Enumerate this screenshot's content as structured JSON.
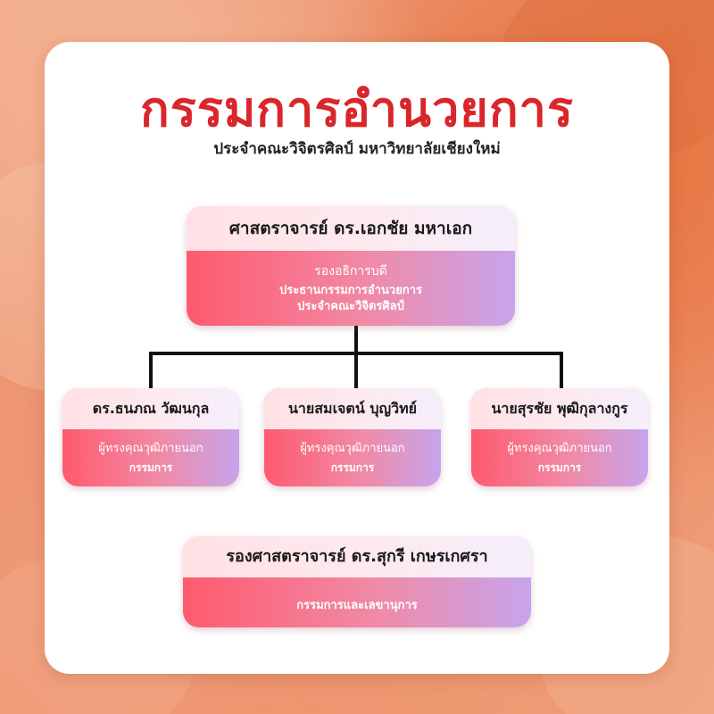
{
  "title": "กรรมการอำนวยการ",
  "subtitle": "ประจำคณะวิจิตรศิลป์ มหาวิทยาลัยเชียงใหม่",
  "top_node": {
    "name": "ศาสตราจารย์ ดร.เอกชัย มหาเอก",
    "position": "รองอธิการบดี",
    "role_line1": "ประธานกรรมการอำนวยการ",
    "role_line2": "ประจำคณะวิจิตรศิลป์"
  },
  "members": [
    {
      "name": "ดร.ธนภณ วัฒนกุล",
      "position": "ผู้ทรงคุณวุฒิภายนอก",
      "role": "กรรมการ"
    },
    {
      "name": "นายสมเจตน์ บุญวิทย์",
      "position": "ผู้ทรงคุณวุฒิภายนอก",
      "role": "กรรมการ"
    },
    {
      "name": "นายสุรชัย พุฒิกุลางกูร",
      "position": "ผู้ทรงคุณวุฒิภายนอก",
      "role": "กรรมการ"
    }
  ],
  "bottom_node": {
    "name": "รองศาสตราจารย์ ดร.สุกรี เกษรเกศรา",
    "role": "กรรมการและเลขานุการ"
  },
  "colors": {
    "title": "#d9262b",
    "node_gradient_start": "#ff5a6e",
    "node_gradient_end": "#c7a4ec",
    "connector": "#111111",
    "background": "#e98a66"
  }
}
